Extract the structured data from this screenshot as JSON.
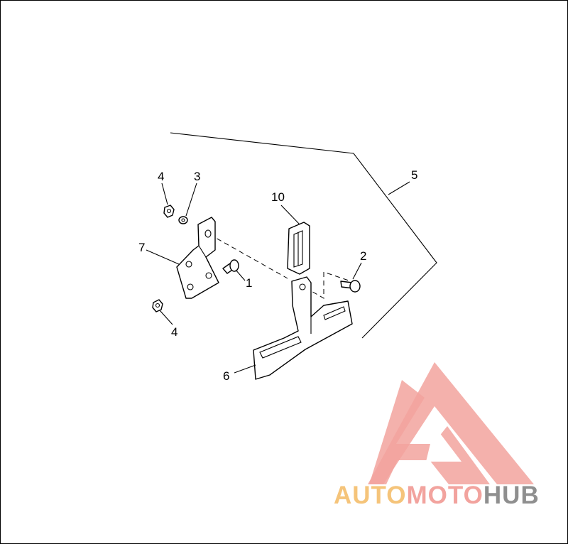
{
  "callouts": {
    "c1": "1",
    "c2": "2",
    "c3": "3",
    "c4a": "4",
    "c4b": "4",
    "c5": "5",
    "c6": "6",
    "c7": "7",
    "c10": "10"
  },
  "watermark": {
    "part1": "AUTO",
    "part2": "MOTO",
    "part3": "HUB",
    "colors": {
      "auto": "#f5c47a",
      "moto": "#f2a39e",
      "hub": "#8f8f8f",
      "logo": "#f2a39e"
    }
  }
}
